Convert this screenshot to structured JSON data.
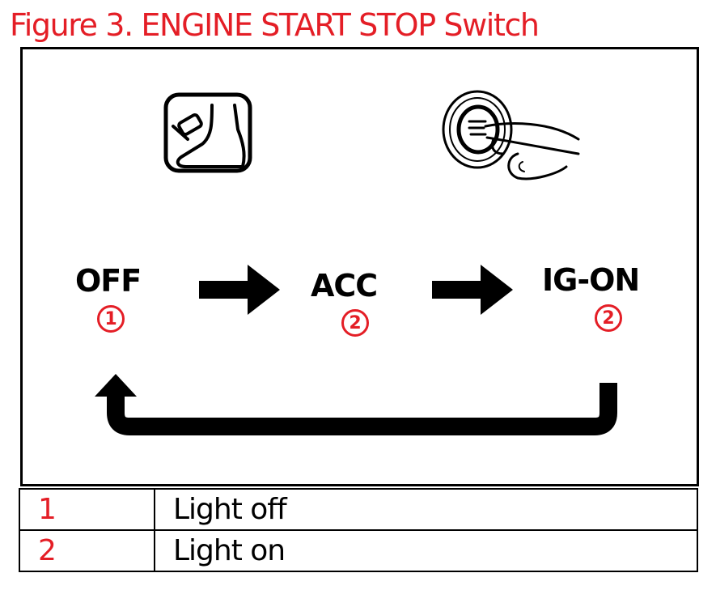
{
  "title": "Figure 3. ENGINE START STOP Switch",
  "colors": {
    "accent": "#e41e26",
    "ink": "#000000",
    "background": "#ffffff"
  },
  "icons": [
    "brake-pedal-icon",
    "start-button-press-icon",
    "arrow-right-icon",
    "return-arrow-icon"
  ],
  "states": [
    {
      "label": "OFF",
      "badge": "1"
    },
    {
      "label": "ACC",
      "badge": "2"
    },
    {
      "label": "IG-ON",
      "badge": "2"
    }
  ],
  "legend": [
    {
      "num": "1",
      "text": "Light off"
    },
    {
      "num": "2",
      "text": "Light on"
    }
  ]
}
